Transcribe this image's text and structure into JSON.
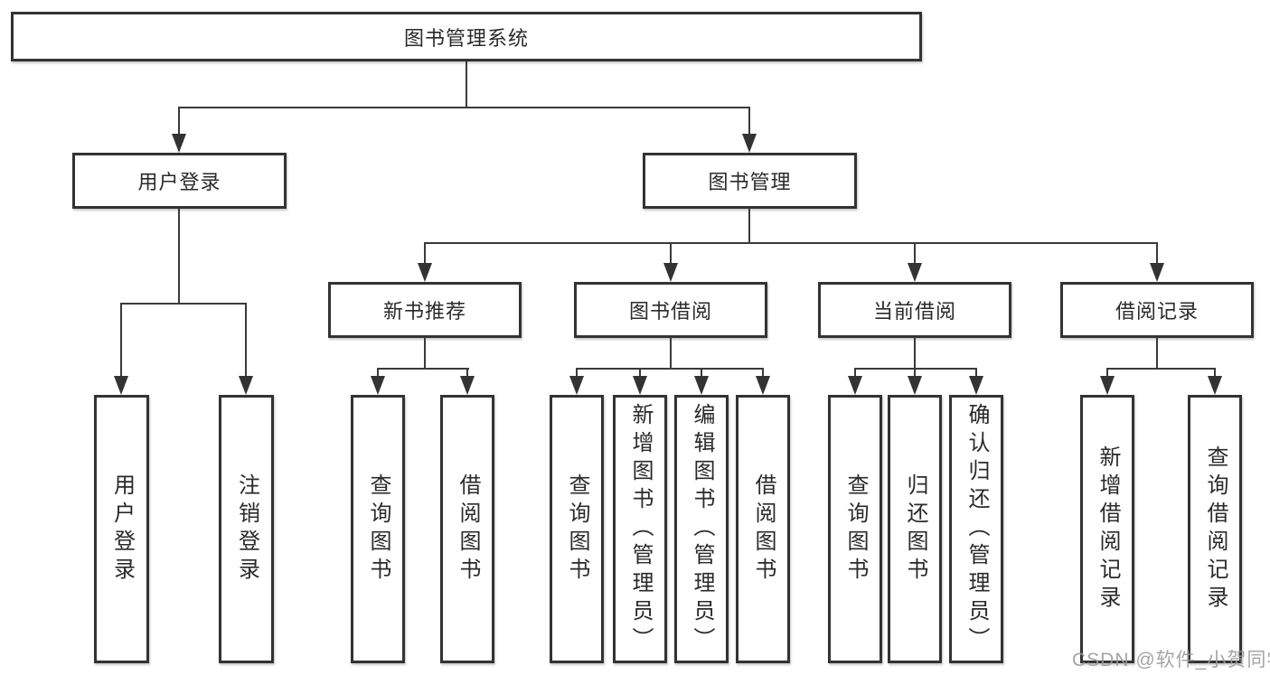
{
  "diagram_title": "图书管理系统",
  "tree": {
    "root": {
      "label": "图书管理系统"
    },
    "branches": [
      {
        "label": "用户登录",
        "children": [
          {
            "label": "用户登录"
          },
          {
            "label": "注销登录"
          }
        ]
      },
      {
        "label": "图书管理",
        "sections": [
          {
            "label": "新书推荐",
            "children": [
              {
                "label": "查询图书"
              },
              {
                "label": "借阅图书"
              }
            ]
          },
          {
            "label": "图书借阅",
            "children": [
              {
                "label": "查询图书"
              },
              {
                "label": "新增图书（管理员）"
              },
              {
                "label": "编辑图书（管理员）"
              },
              {
                "label": "借阅图书"
              }
            ]
          },
          {
            "label": "当前借阅",
            "children": [
              {
                "label": "查询图书"
              },
              {
                "label": "归还图书"
              },
              {
                "label": "确认归还（管理员）"
              }
            ]
          },
          {
            "label": "借阅记录",
            "children": [
              {
                "label": "新增借阅记录"
              },
              {
                "label": "查询借阅记录"
              }
            ]
          }
        ]
      }
    ]
  },
  "watermark": {
    "text": "CSDN @软件_小贺同学"
  },
  "colors": {
    "line": "#3a3a3a",
    "border": "#333333",
    "text": "#2a2a2a",
    "background": "#ffffff",
    "watermark": "#9b9b9b"
  }
}
